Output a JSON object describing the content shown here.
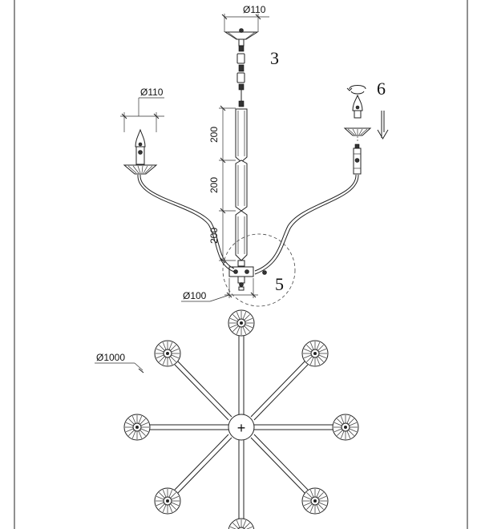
{
  "dimensions": {
    "canopy_diameter": "Ø110",
    "arm_cup_diameter": "Ø110",
    "segment_length_1": "200",
    "segment_length_2": "200",
    "segment_length_3": "200",
    "hub_diameter": "Ø100",
    "overall_diameter": "Ø1000"
  },
  "callouts": {
    "chain": "3",
    "hub_detail": "5",
    "bulb_install": "6"
  },
  "hub_symbol": "+"
}
